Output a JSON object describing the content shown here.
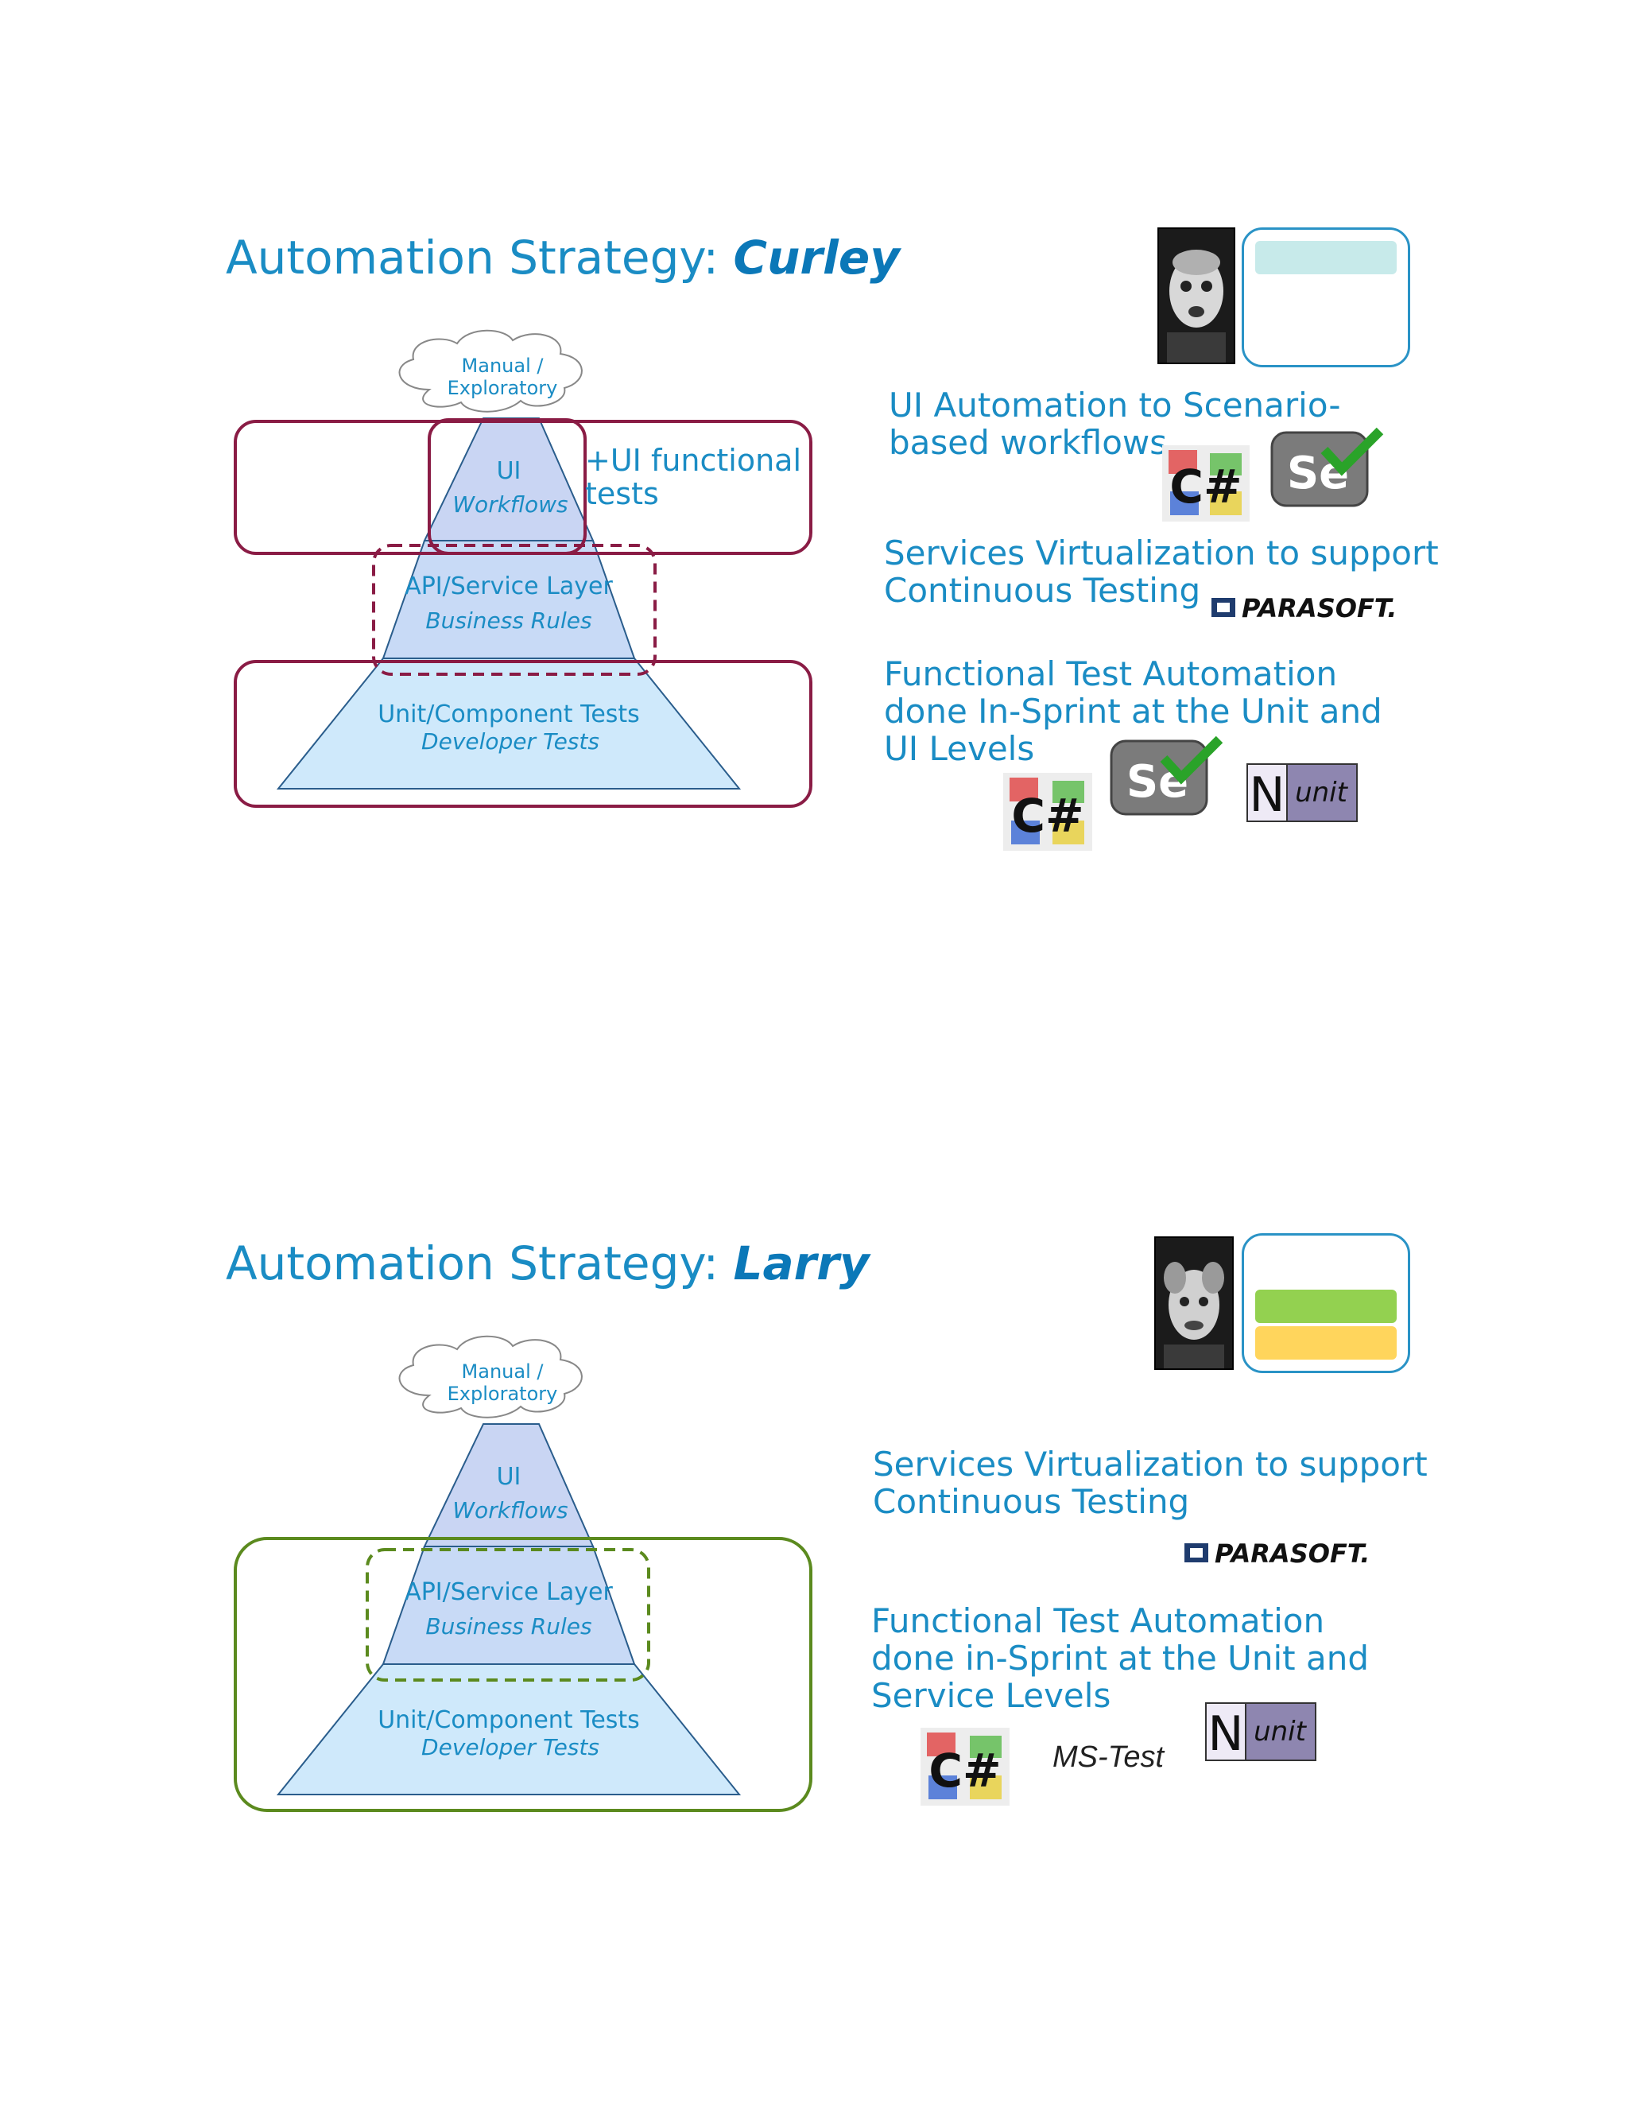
{
  "slides": [
    {
      "title_prefix": "Automation Strategy:",
      "title_name": "Curley",
      "cloud": [
        "Manual /",
        "Exploratory"
      ],
      "layers": {
        "ui": "UI",
        "ui_sub": "Workflows",
        "api": "API/Service Layer",
        "api_sub": "Business Rules",
        "unit": "Unit/Component Tests",
        "unit_sub": "Developer Tests"
      },
      "annotation": [
        "+UI functional",
        "tests"
      ],
      "points": [
        [
          "UI Automation to Scenario-",
          "based workflows"
        ],
        [
          "Services Virtualization to support",
          "Continuous Testing"
        ],
        [
          "Functional Test Automation",
          "done In-Sprint at the Unit and",
          "UI Levels"
        ]
      ],
      "logos": {
        "csharp": "C#",
        "selenium": "Se",
        "parasoft": "PARASOFT.",
        "nunit_n": "N",
        "nunit_unit": "unit"
      },
      "legend_colors": [
        "#c7eaea"
      ],
      "frame_color": "#8a1c45"
    },
    {
      "title_prefix": "Automation Strategy:",
      "title_name": "Larry",
      "cloud": [
        "Manual /",
        "Exploratory"
      ],
      "layers": {
        "ui": "UI",
        "ui_sub": "Workflows",
        "api": "API/Service Layer",
        "api_sub": "Business Rules",
        "unit": "Unit/Component Tests",
        "unit_sub": "Developer Tests"
      },
      "points": [
        [
          "Services Virtualization to support",
          "Continuous Testing"
        ],
        [
          "Functional Test Automation",
          "done in-Sprint at the Unit and",
          "Service Levels"
        ]
      ],
      "logos": {
        "csharp": "C#",
        "mstest": "MS-Test",
        "parasoft": "PARASOFT.",
        "nunit_n": "N",
        "nunit_unit": "unit"
      },
      "legend_colors": [
        "#93d150",
        "#ffd55c"
      ],
      "frame_color": "#5b8a1e"
    }
  ],
  "colors": {
    "title": "#1a8cc4",
    "pyramid_fill": "#cfe6f8",
    "pyramid_stroke": "#2a5d8c"
  }
}
